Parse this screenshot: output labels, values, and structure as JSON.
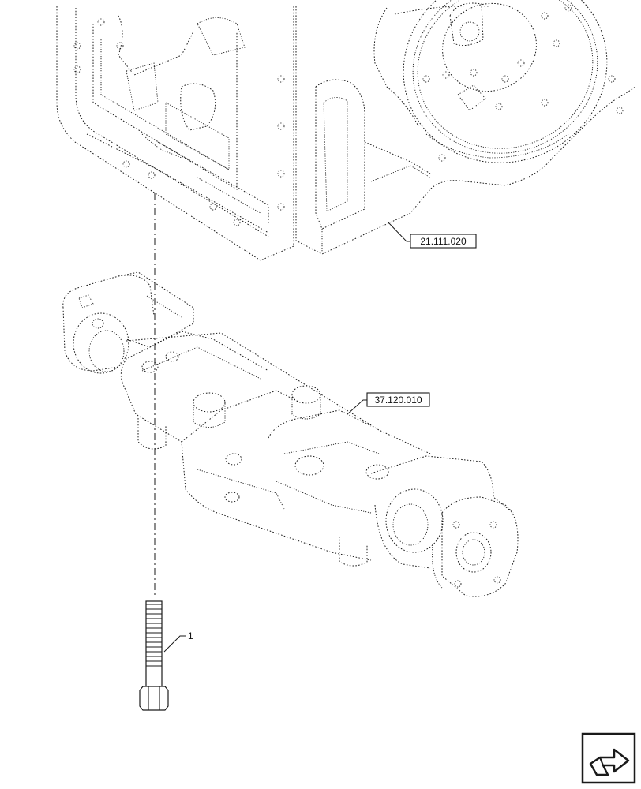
{
  "references": {
    "transmission_housing": "21.111.020",
    "front_axle_support": "37.120.010"
  },
  "callouts": {
    "bolt": "1"
  },
  "icons": {
    "navigation": "next-page-arrow-icon"
  }
}
